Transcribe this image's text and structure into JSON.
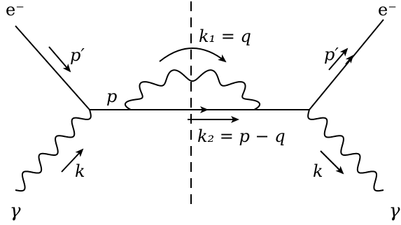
{
  "labels": {
    "electron_in": "e⁻",
    "electron_out": "e⁻",
    "photon_in": "γ",
    "photon_out": "γ",
    "p_prime_in": "p′",
    "p_prime_out": "p′",
    "p_internal": "p",
    "k_in": "k",
    "k_out": "k",
    "k1_eq": "k₁ = q",
    "k2_eq": "k₂ = p − q"
  },
  "colors": {
    "line": "#000000",
    "background": "#ffffff"
  }
}
